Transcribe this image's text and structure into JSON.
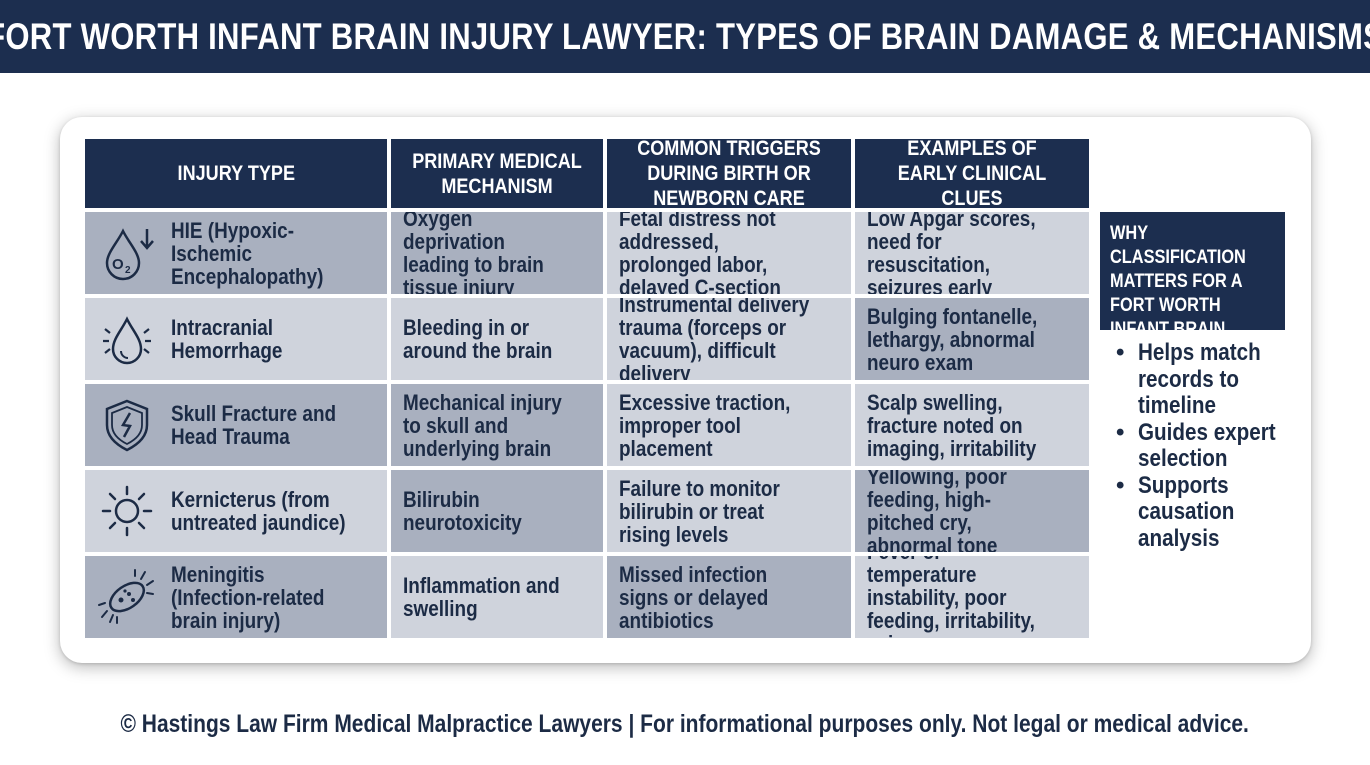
{
  "title": "FORT WORTH INFANT BRAIN INJURY LAWYER: TYPES OF BRAIN DAMAGE & MECHANISMS",
  "table": {
    "headers": [
      "INJURY TYPE",
      "PRIMARY MEDICAL MECHANISM",
      "COMMON TRIGGERS DURING BIRTH OR NEWBORN CARE",
      "EXAMPLES OF EARLY CLINICAL CLUES"
    ],
    "rows": [
      {
        "icon": "oxygen-drop-icon",
        "type": "HIE (Hypoxic-Ischemic Encephalopathy)",
        "mechanism": "Oxygen deprivation leading to brain tissue injury",
        "triggers": "Fetal distress not addressed, prolonged labor, delayed C-section",
        "clues": "Low Apgar scores, need for resuscitation, seizures early"
      },
      {
        "icon": "blood-drop-icon",
        "type": "Intracranial Hemorrhage",
        "mechanism": "Bleeding in or around the brain",
        "triggers": "Instrumental delivery trauma (forceps or vacuum), difficult delivery",
        "clues": "Bulging fontanelle, lethargy, abnormal neuro exam"
      },
      {
        "icon": "cracked-shield-icon",
        "type": "Skull Fracture and Head Trauma",
        "mechanism": "Mechanical injury to skull and underlying brain",
        "triggers": "Excessive traction, improper tool placement",
        "clues": "Scalp swelling, fracture noted on imaging, irritability"
      },
      {
        "icon": "sun-icon",
        "type": "Kernicterus (from untreated jaundice)",
        "mechanism": "Bilirubin neurotoxicity",
        "triggers": "Failure to monitor bilirubin or treat rising levels",
        "clues": "Yellowing, poor feeding, high-pitched cry, abnormal tone"
      },
      {
        "icon": "bacteria-icon",
        "type": "Meningitis (Infection-related brain injury)",
        "mechanism": "Inflammation and swelling",
        "triggers": "Missed infection signs or delayed antibiotics",
        "clues": "Fever or temperature instability, poor feeding, irritability, seizures"
      }
    ]
  },
  "side_box": {
    "title": "WHY CLASSIFICATION MATTERS FOR A FORT WORTH INFANT BRAIN INJURY LAWYER",
    "bullet_glyph": "•",
    "items": [
      "Helps match records to timeline",
      "Guides expert selection",
      "Supports causation analysis"
    ]
  },
  "footer": "© Hastings Law Firm Medical Malpractice Lawyers | For informational purposes only. Not legal or medical advice.",
  "colors": {
    "navy": "#1c2e4f",
    "light_cell": "#cfd3dc",
    "dark_cell": "#a9b0bf",
    "text": "#1c2b45"
  }
}
